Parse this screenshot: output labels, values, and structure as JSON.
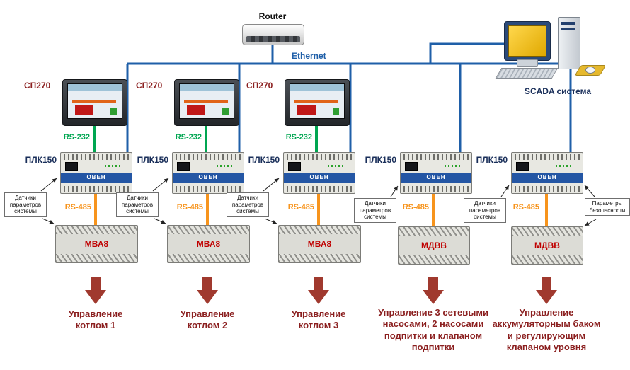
{
  "devices": {
    "router": "Router",
    "scada": "SCADA система",
    "hmi": "СП270",
    "plc": "ПЛК150",
    "plc_brand": "ОВЕН",
    "io_analog": "МВА8",
    "io_discrete": "МДВВ"
  },
  "buses": {
    "ethernet": "Ethernet",
    "rs232": "RS-232",
    "rs485": "RS-485"
  },
  "annotations": {
    "sensors": "Датчики параметров системы",
    "safety": "Параметры безопасности"
  },
  "outputs": [
    "Управление котлом 1",
    "Управление котлом 2",
    "Управление котлом 3",
    "Управление 3 сетевыми насосами, 2 насосами подпитки и клапаном подпитки",
    "Управление аккумуляторным баком и регулирующим клапаном уровня"
  ],
  "colors": {
    "ethernet": "#1f5fa8",
    "rs232": "#00a651",
    "rs485": "#f7941d",
    "caption": "#8b1f1f",
    "flow_arrow": "#a0392e"
  }
}
